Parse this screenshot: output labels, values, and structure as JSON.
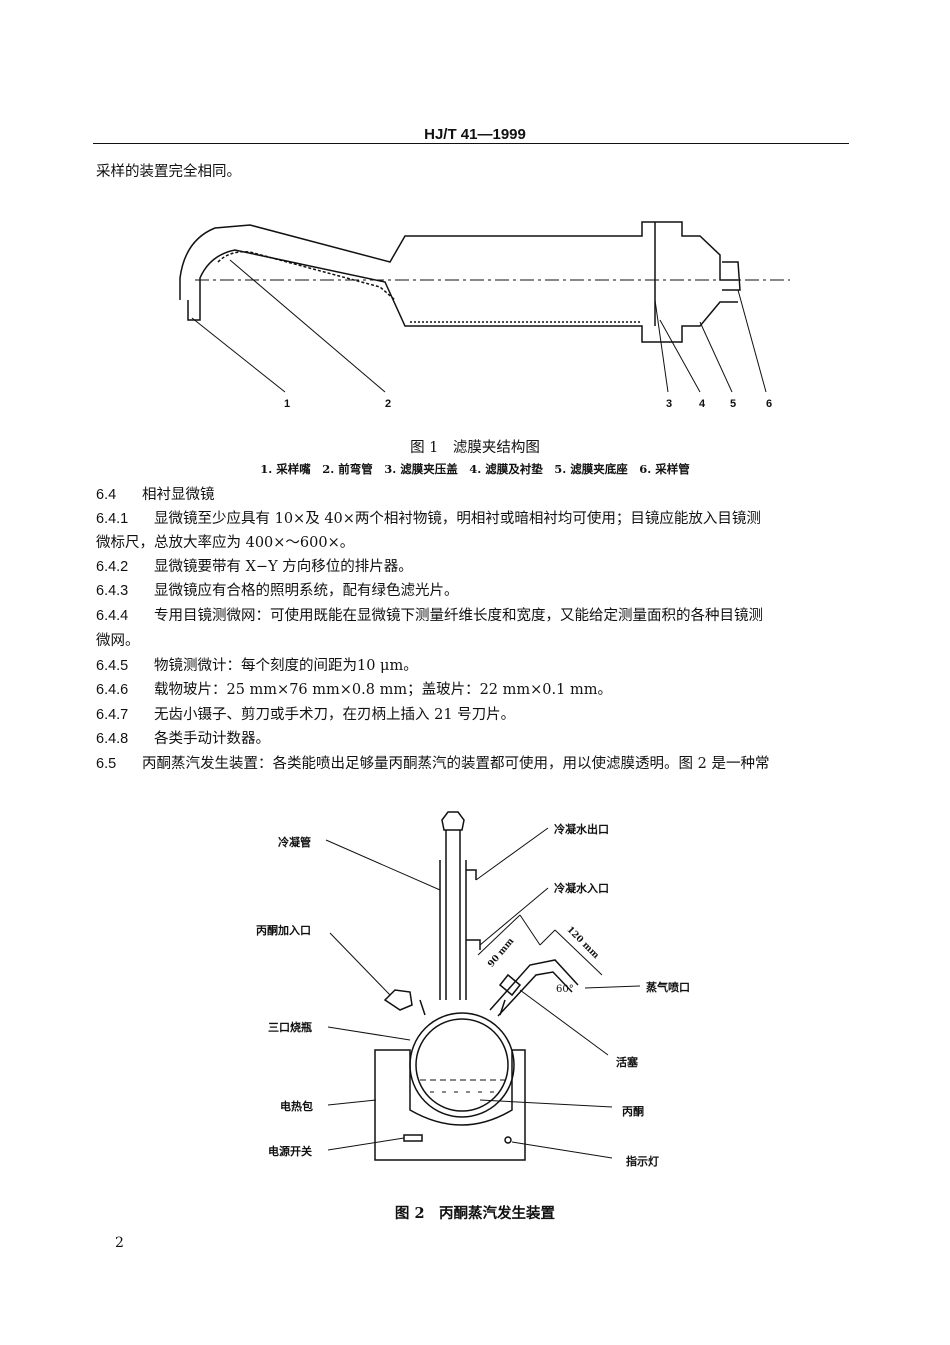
{
  "header": {
    "standard_code": "HJ/T 41—1999"
  },
  "intro_line": "采样的装置完全相同。",
  "figure1": {
    "part_numbers": [
      "1",
      "2",
      "3",
      "4",
      "5",
      "6"
    ],
    "caption": "图 1　滤膜夹结构图",
    "legend": "1. 采样嘴　2. 前弯管　3. 滤膜夹压盖　4. 滤膜及衬垫　5. 滤膜夹底座　6. 采样管"
  },
  "sections": [
    {
      "num": "6.4",
      "text": "相衬显微镜"
    },
    {
      "num": "6.4.1",
      "text": "显微镜至少应具有 10×及 40×两个相衬物镜，明相衬或暗相衬均可使用；目镜应能放入目镜测",
      "cont": "微标尺，总放大率应为 400×～600×。"
    },
    {
      "num": "6.4.2",
      "text": "显微镜要带有 X−Y 方向移位的排片器。"
    },
    {
      "num": "6.4.3",
      "text": "显微镜应有合格的照明系统，配有绿色滤光片。"
    },
    {
      "num": "6.4.4",
      "text": "专用目镜测微网：可使用既能在显微镜下测量纤维长度和宽度，又能给定测量面积的各种目镜测",
      "cont": "微网。"
    },
    {
      "num": "6.4.5",
      "text": "物镜测微计：每个刻度的间距为10 μm。"
    },
    {
      "num": "6.4.6",
      "text": "载物玻片：25 mm×76 mm×0.8 mm；盖玻片：22 mm×0.1 mm。"
    },
    {
      "num": "6.4.7",
      "text": "无齿小镊子、剪刀或手术刀，在刃柄上插入 21 号刀片。"
    },
    {
      "num": "6.4.8",
      "text": "各类手动计数器。"
    },
    {
      "num": "6.5",
      "text": "丙酮蒸汽发生装置：各类能喷出足够量丙酮蒸汽的装置都可使用，用以使滤膜透明。图 2 是一种常"
    }
  ],
  "figure2": {
    "labels": {
      "condenser": "冷凝管",
      "water_out": "冷凝水出口",
      "water_in": "冷凝水入口",
      "acetone_inlet": "丙酮加入口",
      "flask": "三口烧瓶",
      "heater": "电热包",
      "power_switch": "电源开关",
      "steam_outlet": "蒸气喷口",
      "stopcock": "活塞",
      "acetone": "丙酮",
      "indicator": "指示灯"
    },
    "dimensions": {
      "d1": "90 mm",
      "d2": "120 mm",
      "angle": "60°"
    },
    "caption": "图 2　丙酮蒸汽发生装置"
  },
  "page_number": "2"
}
